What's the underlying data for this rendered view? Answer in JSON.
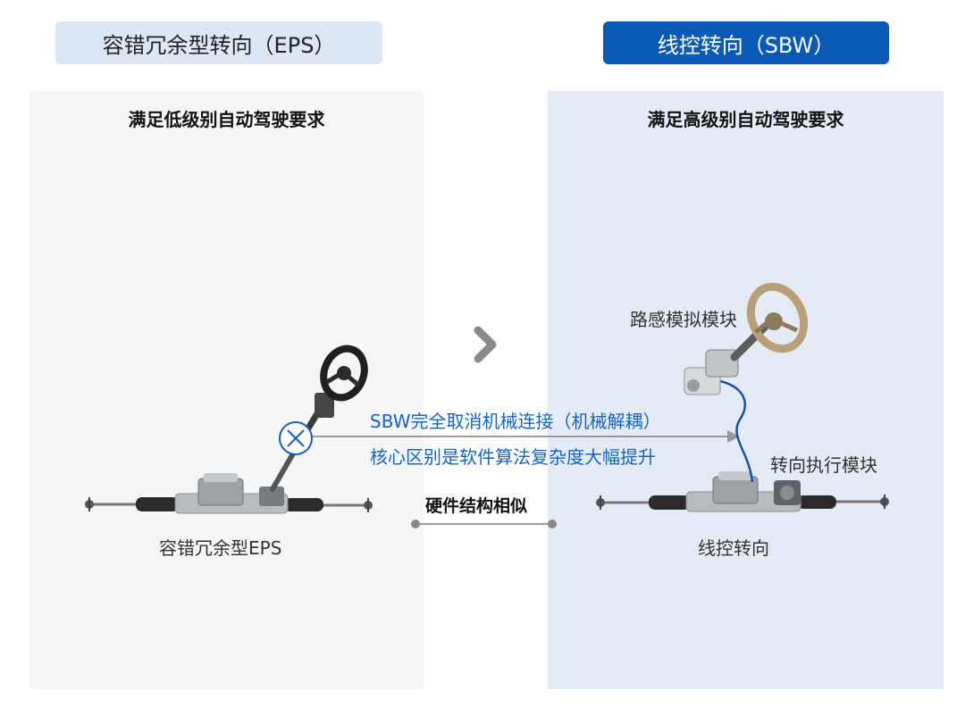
{
  "tags": {
    "eps": "容错冗余型转向（EPS）",
    "sbw": "线控转向（SBW）"
  },
  "left_panel": {
    "title": "满足低级别自动驾驶要求",
    "caption": "容错冗余型EPS"
  },
  "right_panel": {
    "title": "满足高级别自动驾驶要求",
    "caption": "线控转向",
    "road_feel_label": "路感模拟模块",
    "steering_actuator_label": "转向执行模块"
  },
  "middle": {
    "line1": "SBW完全取消机械连接（机械解耦）",
    "line2": "核心区别是软件算法复杂度大幅提升",
    "hardware_label": "硬件结构相似"
  },
  "colors": {
    "accent_blue": "#0a59b3",
    "text_blue": "#1665c1",
    "light_tag": "#dde6f5",
    "left_panel_bg": "#f6f6f6",
    "right_panel_bg": "#e4ebf5"
  }
}
